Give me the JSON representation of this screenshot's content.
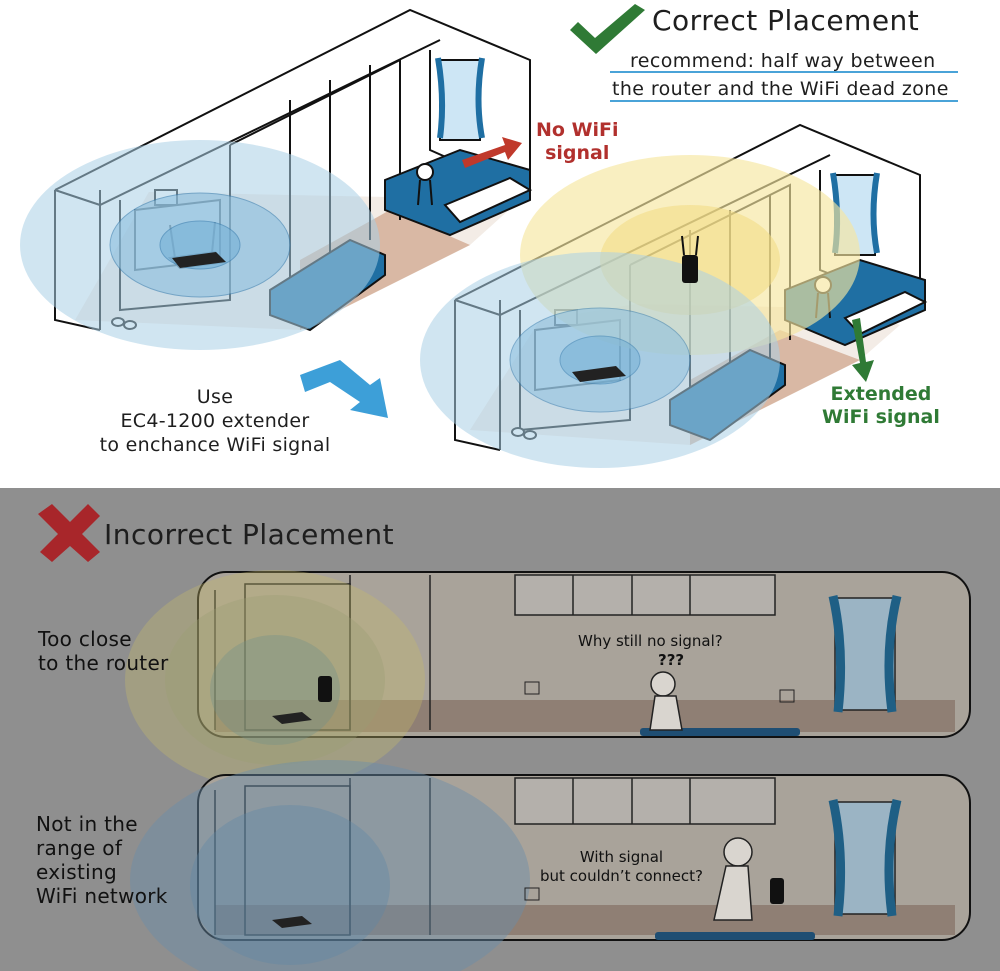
{
  "correct": {
    "title": "Correct Placement",
    "recommend_line1": "recommend: half way between",
    "recommend_line2": "the router and the WiFi dead zone",
    "no_wifi_line1": "No WiFi",
    "no_wifi_line2": "signal",
    "extended_line1": "Extended",
    "extended_line2": "WiFi signal",
    "use_line1": "Use",
    "use_line2": "EC4-1200 extender",
    "use_line3": "to enchance WiFi signal"
  },
  "incorrect": {
    "title": "Incorrect Placement",
    "case1": {
      "label_line1": "Too close",
      "label_line2": "to the router",
      "bubble": "Why still no signal?",
      "question_marks": "???"
    },
    "case2": {
      "label_line1": "Not in the",
      "label_line2": "range of",
      "label_line3": "existing",
      "label_line4": "WiFi network",
      "bubble_line1": "With signal",
      "bubble_line2": "but couldn’t connect?"
    }
  },
  "colors": {
    "check_green": "#2f7a35",
    "cross_red": "#a8262a",
    "wifi_blue": "#a9cfe6",
    "extender_yellow": "#f6e6a0",
    "arrow_red": "#c0392b",
    "arrow_blue": "#3d9fd8",
    "bed_blue": "#1f6fa3",
    "bottom_bg": "#8f8f8f"
  },
  "icons": [
    "check-icon",
    "cross-icon",
    "router-icon",
    "extender-icon",
    "person-icon",
    "window-icon"
  ]
}
